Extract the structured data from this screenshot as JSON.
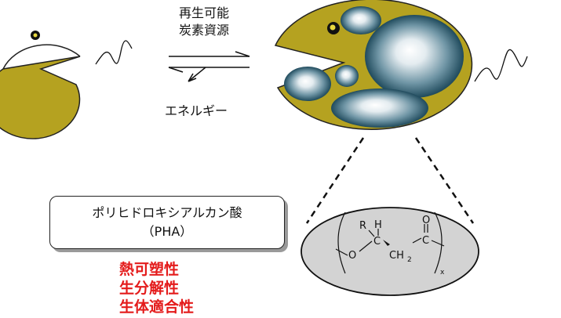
{
  "arrow_top_label": [
    "再生可能",
    "炭素資源"
  ],
  "arrow_bottom_label": "エネルギー",
  "polymer_name": "ポリヒドロキシアルカン酸",
  "polymer_abbrev": "（PHA）",
  "properties": [
    "熱可塑性",
    "生分解性",
    "生体適合性"
  ],
  "formula": {
    "R": "R",
    "H": "H",
    "O_ether": "O",
    "C1": "C",
    "C2": "C",
    "CH2": "CH",
    "sub2": "2",
    "O_carbonyl": "O",
    "subscript_x": "x"
  },
  "colors": {
    "body": "#b5a220",
    "granule_dark": "#1f4a5c",
    "granule_light": "#ffffff",
    "ellipse_fill": "#d3d3d3",
    "property_text": "#e41b1b"
  }
}
